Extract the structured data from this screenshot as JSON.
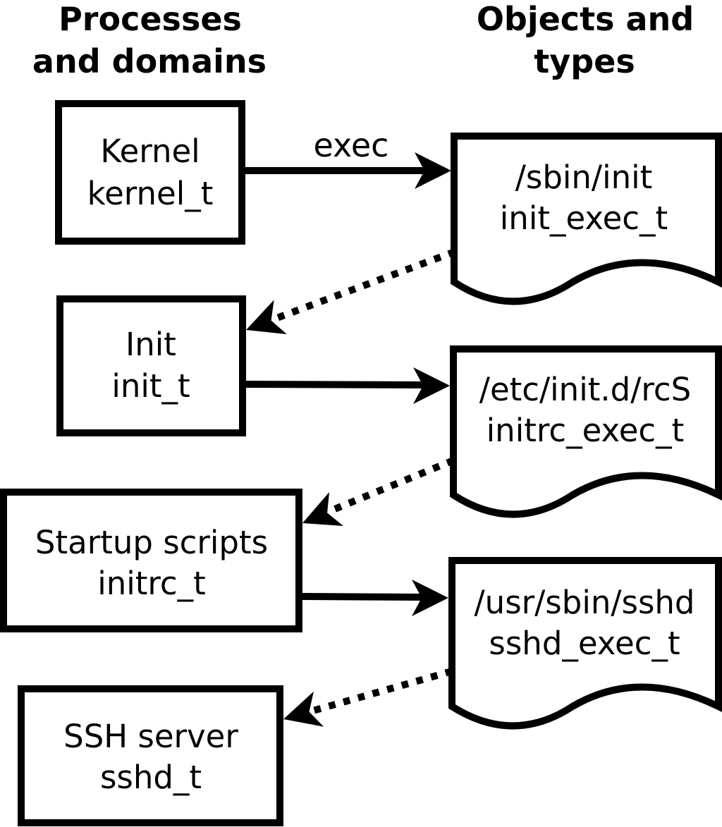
{
  "colors": {
    "ink": "#000000",
    "background": "#ffffff"
  },
  "headers": {
    "left": [
      "Processes",
      "and domains"
    ],
    "right": [
      "Objects and",
      "types"
    ]
  },
  "nodes": {
    "processes": [
      {
        "label": "Kernel",
        "type": "kernel_t"
      },
      {
        "label": "Init",
        "type": "init_t"
      },
      {
        "label": "Startup scripts",
        "type": "initrc_t"
      },
      {
        "label": "SSH server",
        "type": "sshd_t"
      }
    ],
    "objects": [
      {
        "path": "/sbin/init",
        "type": "init_exec_t"
      },
      {
        "path": "/etc/init.d/rcS",
        "type": "initrc_exec_t"
      },
      {
        "path": "/usr/sbin/sshd",
        "type": "sshd_exec_t"
      }
    ]
  },
  "edges": {
    "exec_label": "exec",
    "solid": [
      {
        "from": "kernel_t",
        "to": "/sbin/init",
        "label": "exec"
      },
      {
        "from": "init_t",
        "to": "/etc/init.d/rcS",
        "label": ""
      },
      {
        "from": "initrc_t",
        "to": "/usr/sbin/sshd",
        "label": ""
      }
    ],
    "dotted": [
      {
        "from": "/sbin/init",
        "to": "init_t"
      },
      {
        "from": "/etc/init.d/rcS",
        "to": "initrc_t"
      },
      {
        "from": "/usr/sbin/sshd",
        "to": "sshd_t"
      }
    ]
  }
}
